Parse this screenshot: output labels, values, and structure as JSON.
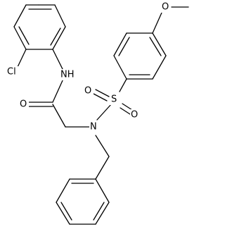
{
  "molecule": {
    "atoms": {
      "cl": "Cl",
      "nh": "NH",
      "o_carbonyl": "O",
      "n_sulfonamide": "N",
      "s": "S",
      "o_s1": "O",
      "o_s2": "O",
      "o_methoxy": "O"
    }
  }
}
